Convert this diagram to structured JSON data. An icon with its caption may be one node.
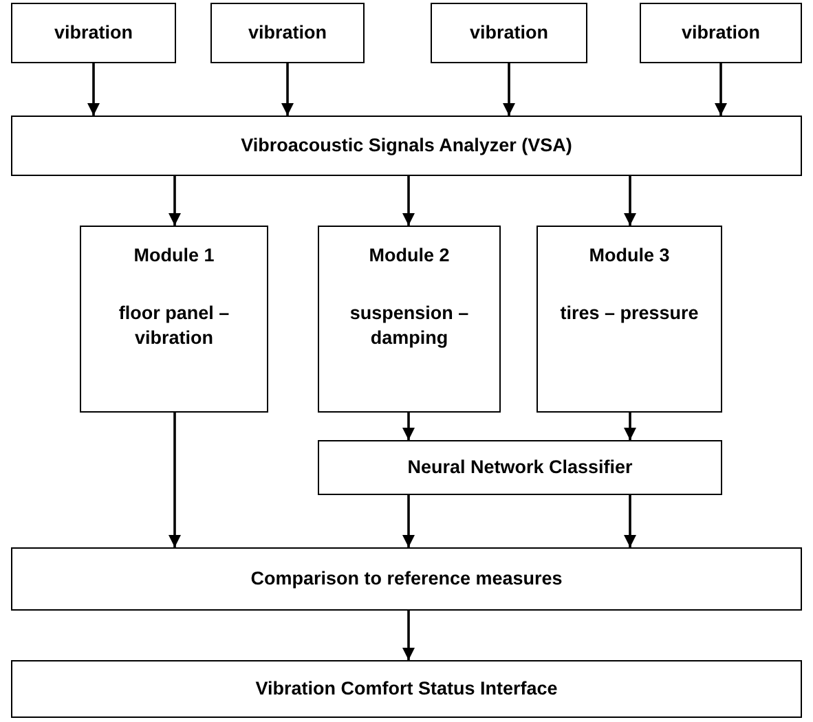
{
  "diagram": {
    "nodes": [
      {
        "text": [
          "vibration"
        ]
      },
      {
        "text": [
          "vibration"
        ]
      },
      {
        "text": [
          "vibration"
        ]
      },
      {
        "text": [
          "vibration"
        ]
      },
      {
        "text": [
          "Vibroacoustic Signals Analyzer (VSA)"
        ]
      },
      {
        "text": [
          "Module 1",
          "floor panel – vibration"
        ]
      },
      {
        "text": [
          "Module 2",
          "suspension – damping"
        ]
      },
      {
        "text": [
          "Module 3",
          "tires – pressure"
        ]
      },
      {
        "text": [
          "Neural Network Classifier"
        ]
      },
      {
        "text": [
          "Comparison to reference measures"
        ]
      },
      {
        "text": [
          "Vibration Comfort Status Interface"
        ]
      }
    ],
    "edges": [
      {
        "from": 0,
        "to": 4,
        "arrow": "to"
      },
      {
        "from": 1,
        "to": 4,
        "arrow": "to"
      },
      {
        "from": 2,
        "to": 4,
        "arrow": "to"
      },
      {
        "from": 3,
        "to": 4,
        "arrow": "to"
      },
      {
        "from": 4,
        "to": 5,
        "arrow": "to"
      },
      {
        "from": 4,
        "to": 6,
        "arrow": "to"
      },
      {
        "from": 4,
        "to": 7,
        "arrow": "to"
      },
      {
        "from": 5,
        "to": 9,
        "arrow": "to"
      },
      {
        "from": 6,
        "to": 8,
        "arrow": "to"
      },
      {
        "from": 7,
        "to": 8,
        "arrow": "to"
      },
      {
        "from": 8,
        "to": 9,
        "arrow": "to"
      },
      {
        "from": 8,
        "to": 9,
        "arrow": "to"
      },
      {
        "from": 9,
        "to": 10,
        "arrow": "to"
      }
    ]
  }
}
